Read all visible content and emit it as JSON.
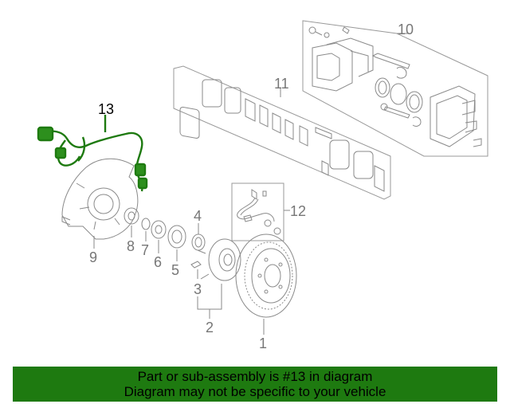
{
  "callouts": {
    "c1": "1",
    "c2": "2",
    "c3": "3",
    "c4": "4",
    "c5": "5",
    "c6": "6",
    "c7": "7",
    "c8": "8",
    "c9": "9",
    "c10": "10",
    "c11": "11",
    "c12": "12",
    "c13": "13"
  },
  "highlight_color": "#1e7a10",
  "banner": {
    "line1": "Part or sub-assembly is #13 in diagram",
    "line2": "Diagram may not be specific to your vehicle"
  }
}
